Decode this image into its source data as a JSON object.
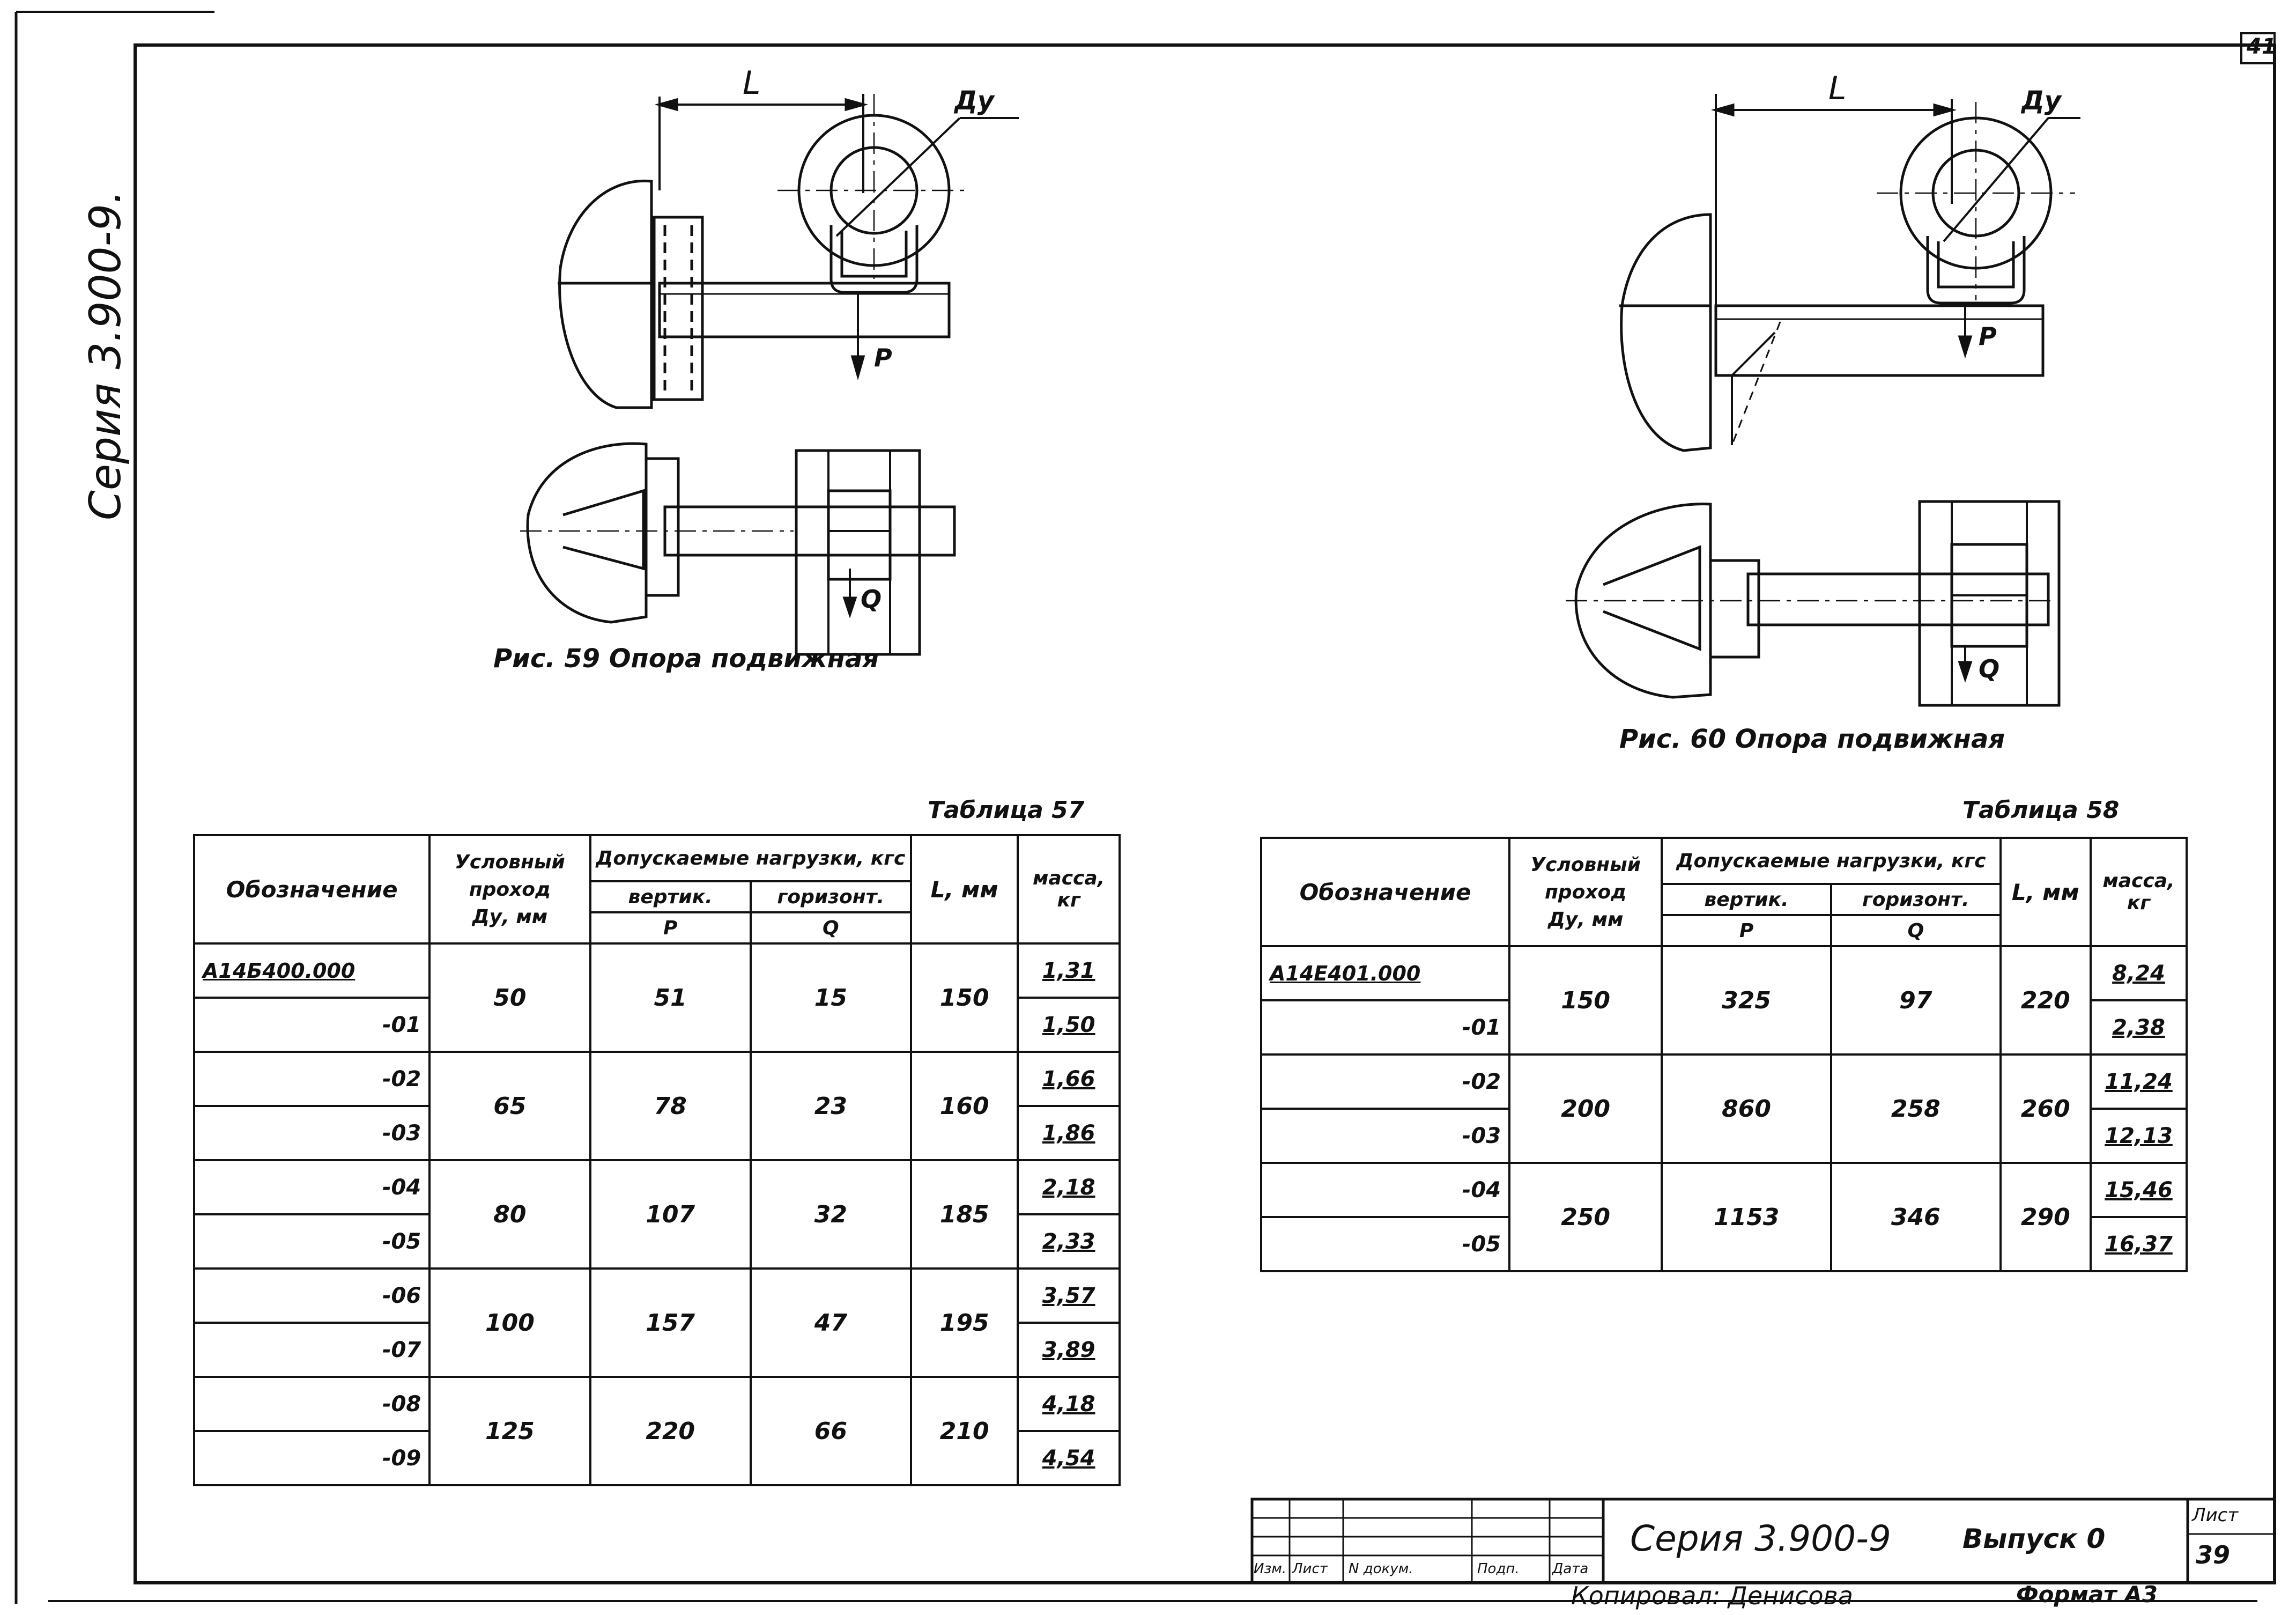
{
  "sheet": {
    "sheet_corner_number": "41",
    "series_vertical": "Серия 3.900-9."
  },
  "figures": {
    "fig59": {
      "caption": "Рис. 59  Опора подвижная",
      "label_L": "L",
      "label_Dy": "Ду",
      "label_P": "P",
      "label_Q": "Q"
    },
    "fig60": {
      "caption": "Рис. 60  Опора подвижная",
      "label_L": "L",
      "label_Dy": "Ду",
      "label_P": "P",
      "label_Q": "Q"
    }
  },
  "table57": {
    "title": "Таблица 57",
    "headers": {
      "designation": "Обозначение",
      "nominal_1": "Условный",
      "nominal_2": "проход",
      "nominal_3": "Ду, мм",
      "loads": "Допускаемые нагрузки, кгс",
      "vert": "вертик.",
      "vert_sym": "P",
      "horiz": "горизонт.",
      "horiz_sym": "Q",
      "length": "L, мм",
      "mass": "масса, кг"
    },
    "groups": [
      {
        "codes": [
          "А14Б400.000",
          "-01"
        ],
        "dn": "50",
        "p": "51",
        "q": "15",
        "l": "150",
        "mass": [
          "1,31",
          "1,50"
        ]
      },
      {
        "codes": [
          "-02",
          "-03"
        ],
        "dn": "65",
        "p": "78",
        "q": "23",
        "l": "160",
        "mass": [
          "1,66",
          "1,86"
        ]
      },
      {
        "codes": [
          "-04",
          "-05"
        ],
        "dn": "80",
        "p": "107",
        "q": "32",
        "l": "185",
        "mass": [
          "2,18",
          "2,33"
        ]
      },
      {
        "codes": [
          "-06",
          "-07"
        ],
        "dn": "100",
        "p": "157",
        "q": "47",
        "l": "195",
        "mass": [
          "3,57",
          "3,89"
        ]
      },
      {
        "codes": [
          "-08",
          "-09"
        ],
        "dn": "125",
        "p": "220",
        "q": "66",
        "l": "210",
        "mass": [
          "4,18",
          "4,54"
        ]
      }
    ]
  },
  "table58": {
    "title": "Таблица 58",
    "headers": {
      "designation": "Обозначение",
      "nominal_1": "Условный",
      "nominal_2": "проход",
      "nominal_3": "Ду, мм",
      "loads": "Допускаемые нагрузки, кгс",
      "vert": "вертик.",
      "vert_sym": "P",
      "horiz": "горизонт.",
      "horiz_sym": "Q",
      "length": "L, мм",
      "mass": "масса, кг"
    },
    "groups": [
      {
        "codes": [
          "А14Е401.000",
          "-01"
        ],
        "dn": "150",
        "p": "325",
        "q": "97",
        "l": "220",
        "mass": [
          "8,24",
          "2,38"
        ]
      },
      {
        "codes": [
          "-02",
          "-03"
        ],
        "dn": "200",
        "p": "860",
        "q": "258",
        "l": "260",
        "mass": [
          "11,24",
          "12,13"
        ]
      },
      {
        "codes": [
          "-04",
          "-05"
        ],
        "dn": "250",
        "p": "1153",
        "q": "346",
        "l": "290",
        "mass": [
          "15,46",
          "16,37"
        ]
      }
    ]
  },
  "title_block": {
    "col_izm": "Изм.",
    "col_list": "Лист",
    "col_doc": "N докум.",
    "col_sign": "Подп.",
    "col_date": "Дата",
    "series": "Серия 3.900-9",
    "issue": "Выпуск 0",
    "sheet_label": "Лист",
    "sheet_number": "39",
    "copied_by": "Копировал: Денисова",
    "format": "Формат А3"
  }
}
